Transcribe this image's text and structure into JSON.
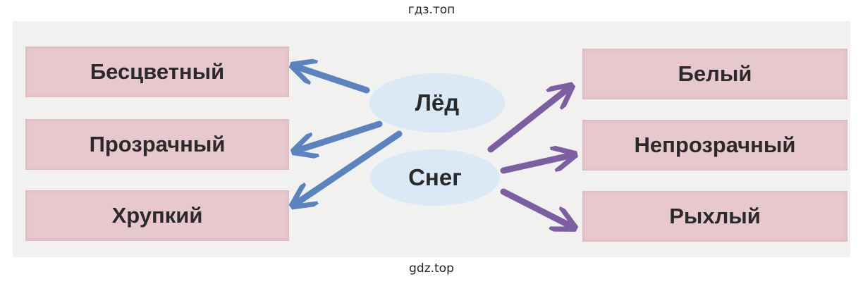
{
  "watermark_top": "гдз.топ",
  "watermark_bottom": "gdz.top",
  "center": {
    "ice": "Лёд",
    "snow": "Снег"
  },
  "left_boxes": [
    "Бесцветный",
    "Прозрачный",
    "Хрупкий"
  ],
  "right_boxes": [
    "Белый",
    "Непрозрачный",
    "Рыхлый"
  ],
  "colors": {
    "ice_arrows": "#5b83bf",
    "snow_arrows": "#7e5ea3",
    "box_fill": "#e7c8cf",
    "ellipse_fill": "#dbe9f6"
  }
}
